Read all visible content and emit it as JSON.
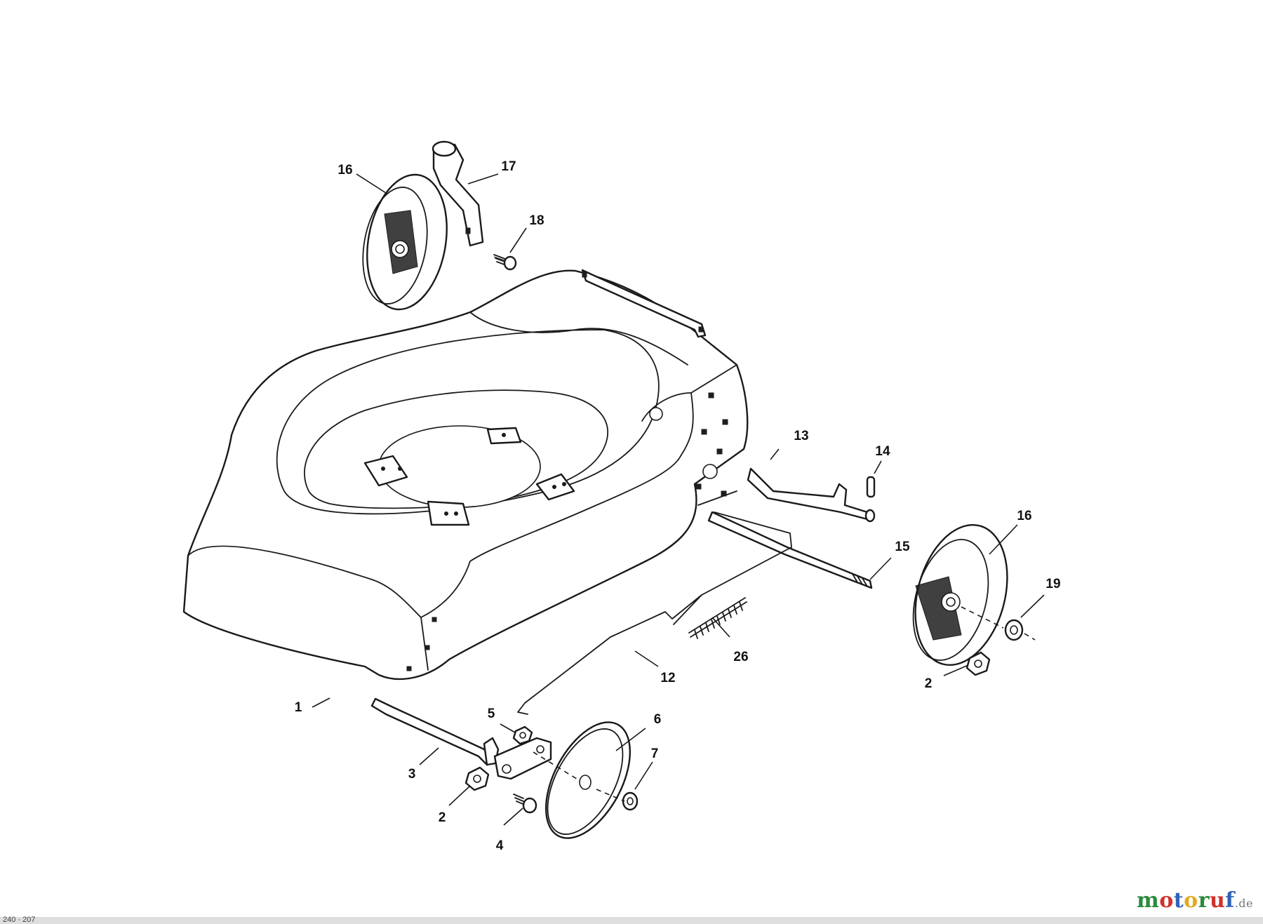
{
  "diagram": {
    "callouts": [
      "1",
      "2",
      "2",
      "3",
      "4",
      "5",
      "6",
      "7",
      "12",
      "13",
      "14",
      "15",
      "16",
      "16",
      "17",
      "18",
      "19",
      "26"
    ]
  },
  "watermark": {
    "brand_letters": [
      {
        "ch": "m",
        "color": "#2a8a3c"
      },
      {
        "ch": "o",
        "color": "#d0322b"
      },
      {
        "ch": "t",
        "color": "#2f62b8"
      },
      {
        "ch": "o",
        "color": "#e5a91c"
      },
      {
        "ch": "r",
        "color": "#2a8a3c"
      },
      {
        "ch": "u",
        "color": "#d0322b"
      },
      {
        "ch": "f",
        "color": "#2f62b8"
      }
    ],
    "suffix": ".de"
  },
  "footer": {
    "code": "240 · 207"
  }
}
